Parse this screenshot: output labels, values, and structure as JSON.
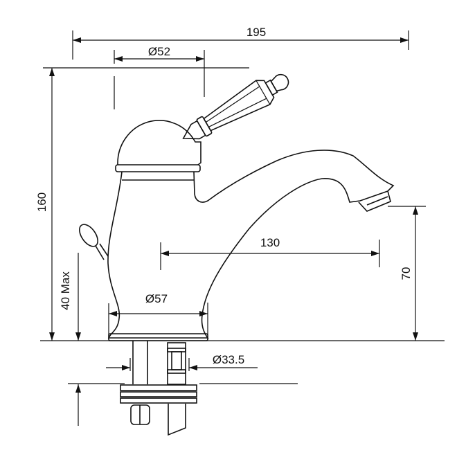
{
  "title": "Basin mixer tap technical drawing",
  "dimensions": {
    "overall_width": "195",
    "handle_diameter": "Ø52",
    "overall_height": "160",
    "spout_reach": "130",
    "spout_height": "70",
    "base_diameter": "Ø57",
    "max_deck_thickness": "40 Max",
    "hole_diameter": "Ø33.5"
  },
  "colors": {
    "line": "#111111",
    "background": "#ffffff"
  }
}
